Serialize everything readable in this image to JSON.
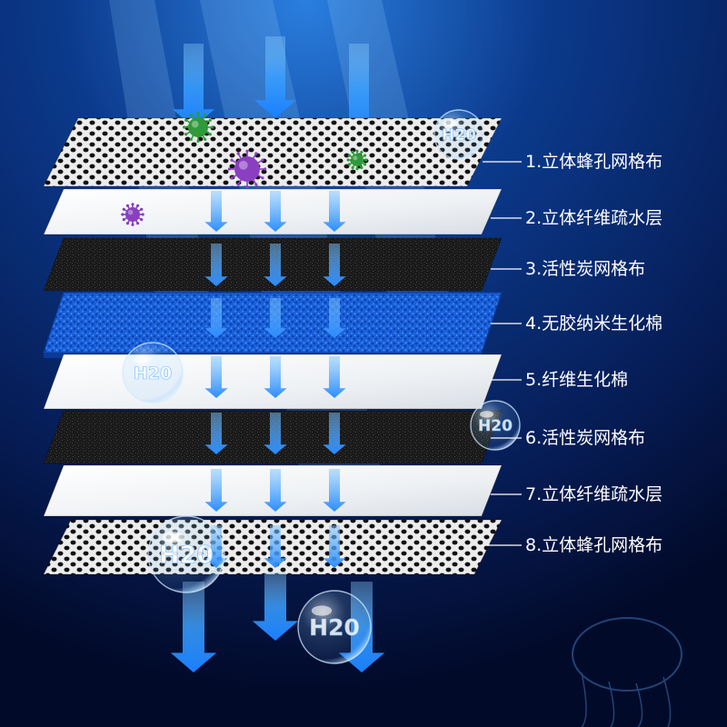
{
  "layers": [
    {
      "id": 1,
      "label": "1.立体蜂孔网格布",
      "material": "honeycomb-mesh"
    },
    {
      "id": 2,
      "label": "2.立体纤维疏水层",
      "material": "white-fiber"
    },
    {
      "id": 3,
      "label": "3.活性炭网格布",
      "material": "activated-carbon"
    },
    {
      "id": 4,
      "label": "4.无胶纳米生化棉",
      "material": "blue-sponge"
    },
    {
      "id": 5,
      "label": "5.纤维生化棉",
      "material": "white-fiber"
    },
    {
      "id": 6,
      "label": "6.活性炭网格布",
      "material": "activated-carbon"
    },
    {
      "id": 7,
      "label": "7.立体纤维疏水层",
      "material": "white-fiber"
    },
    {
      "id": 8,
      "label": "8.立体蜂孔网格布",
      "material": "honeycomb-mesh"
    }
  ],
  "bubbles": [
    {
      "text": "H20"
    },
    {
      "text": "H20"
    },
    {
      "text": "H20"
    },
    {
      "text": "H20"
    },
    {
      "text": "H20"
    }
  ],
  "colors": {
    "background_deep": "#020a2a",
    "background_glow": "#1c6fd0",
    "arrow": "#1a8cff",
    "mesh_hole": "#101010",
    "carbon": "#1b1b1b",
    "sponge": "#1560d8",
    "fiber": "#eef2f6",
    "virus_green": "#2e9a3a",
    "virus_purple": "#8a3fc0"
  }
}
